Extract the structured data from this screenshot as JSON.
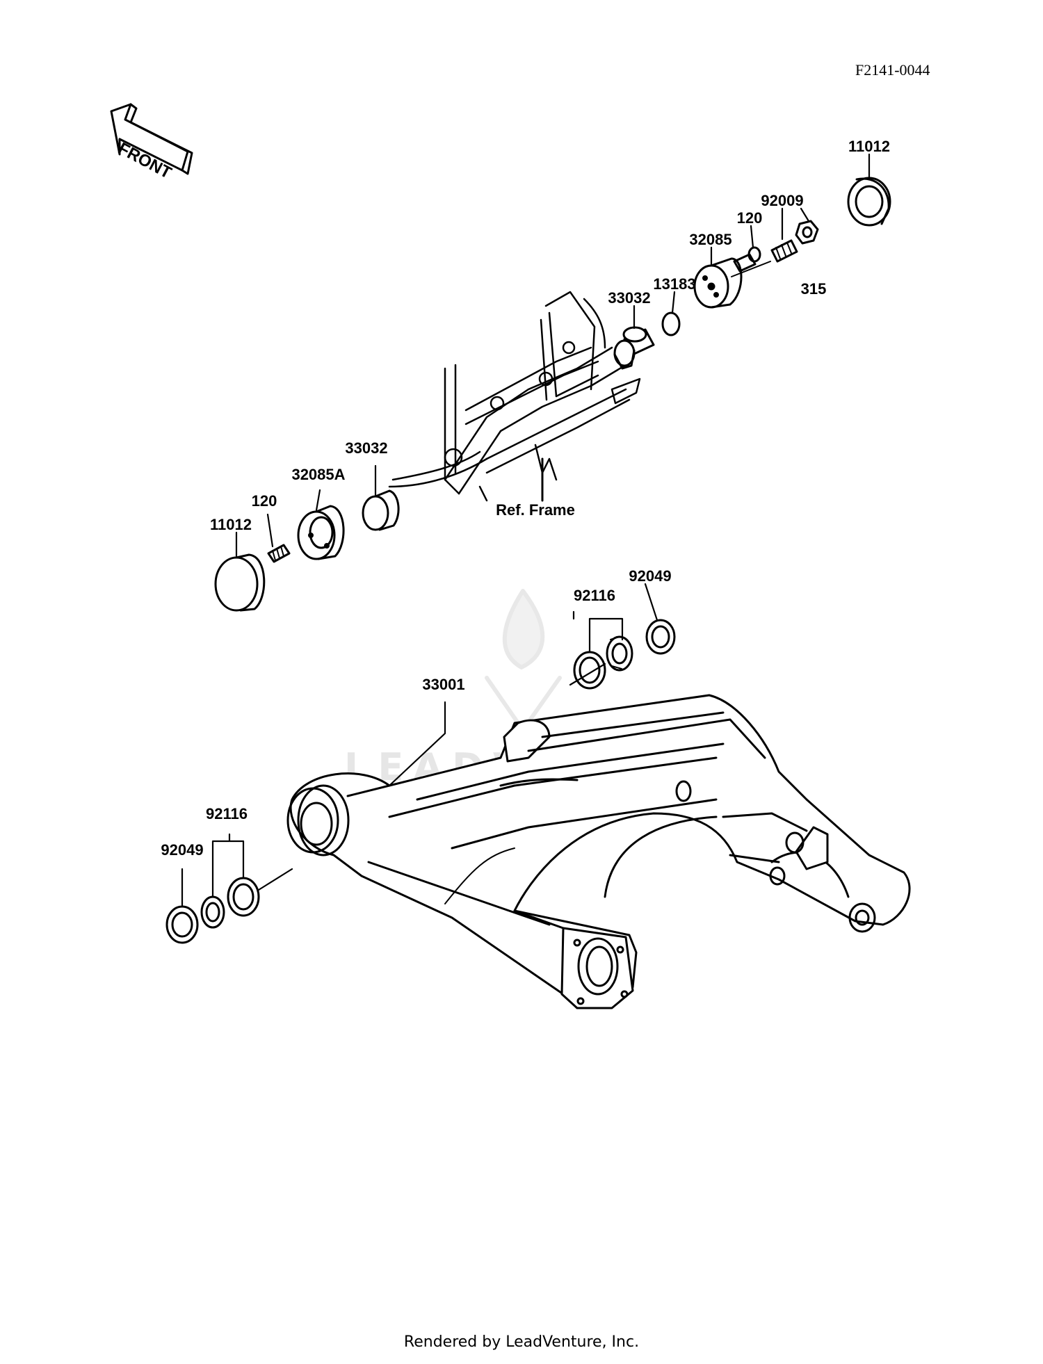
{
  "figure_code": "F2141-0044",
  "front_arrow": {
    "label": "FRONT"
  },
  "watermark": "LEADVENTURE",
  "footer": "Rendered by LeadVenture, Inc.",
  "reference_label": "Ref. Frame",
  "callouts": [
    {
      "id": "11012-right",
      "text": "11012"
    },
    {
      "id": "92009",
      "text": "92009"
    },
    {
      "id": "120-right",
      "text": "120"
    },
    {
      "id": "32085",
      "text": "32085"
    },
    {
      "id": "13183",
      "text": "13183"
    },
    {
      "id": "33032-right",
      "text": "33032"
    },
    {
      "id": "315",
      "text": "315"
    },
    {
      "id": "33032-left",
      "text": "33032"
    },
    {
      "id": "32085A",
      "text": "32085A"
    },
    {
      "id": "120-left",
      "text": "120"
    },
    {
      "id": "11012-left",
      "text": "11012"
    },
    {
      "id": "92116-right",
      "text": "92116"
    },
    {
      "id": "92049-right",
      "text": "92049"
    },
    {
      "id": "33001",
      "text": "33001"
    },
    {
      "id": "92116-left",
      "text": "92116"
    },
    {
      "id": "92049-left",
      "text": "92049"
    }
  ]
}
